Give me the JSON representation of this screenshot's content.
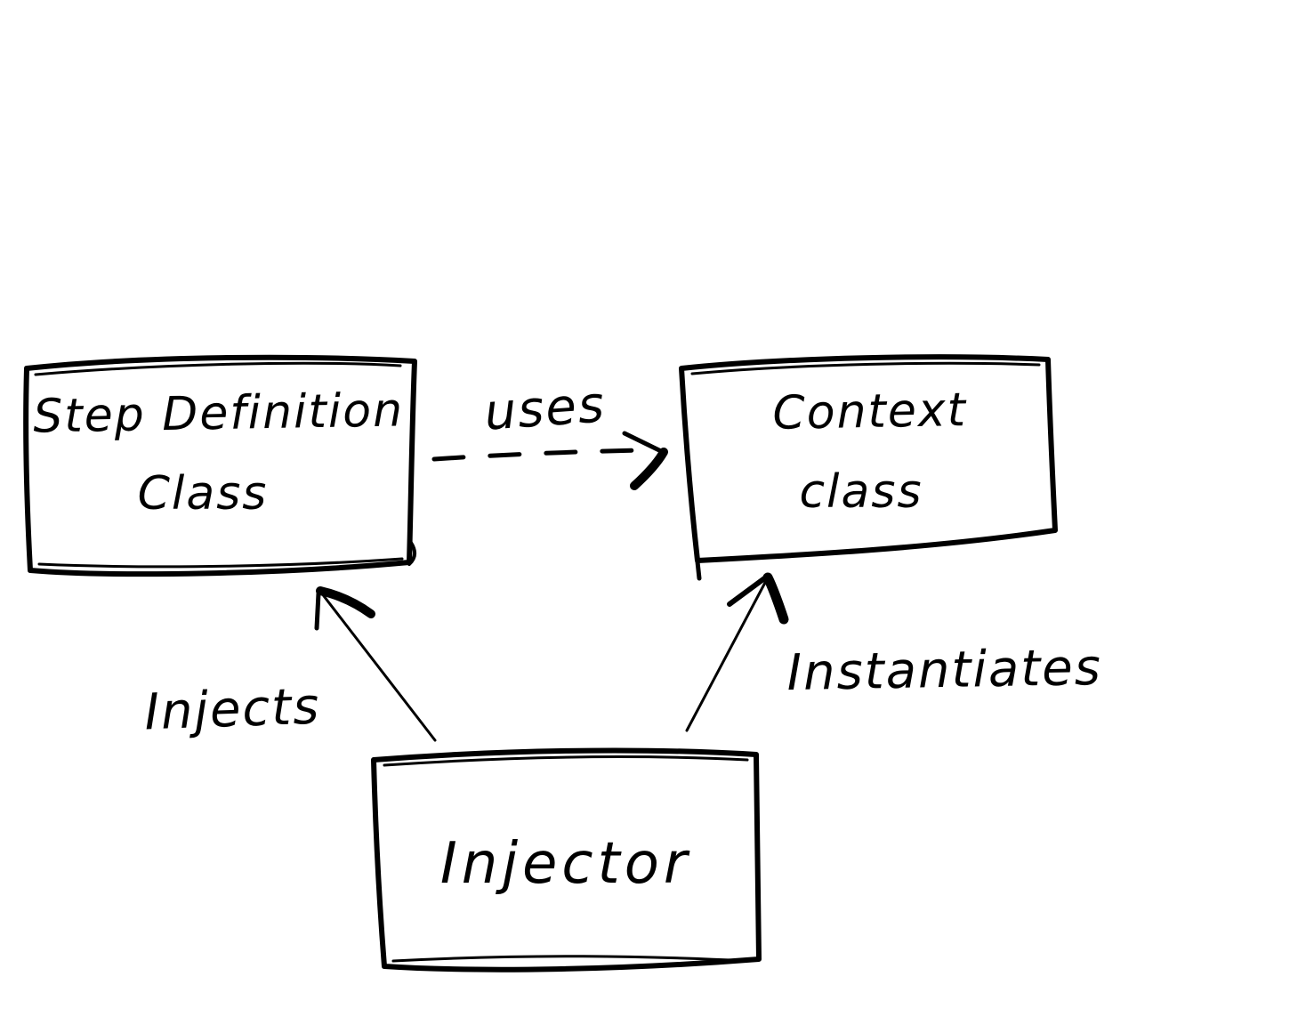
{
  "diagram": {
    "background_color": "#ffffff",
    "ink_color": "#000000",
    "style": "hand-drawn-sketch",
    "nodes": [
      {
        "id": "step-definition-class",
        "label_line1": "Step Definition",
        "label_line2": "Class"
      },
      {
        "id": "context-class",
        "label_line1": "Context",
        "label_line2": "class"
      },
      {
        "id": "injector",
        "label": "Injector"
      }
    ],
    "edges": [
      {
        "from": "step-definition-class",
        "to": "context-class",
        "label": "uses",
        "line_style": "dashed",
        "direction": "left-to-right"
      },
      {
        "from": "injector",
        "to": "step-definition-class",
        "label": "Injects",
        "line_style": "solid",
        "direction": "up-left"
      },
      {
        "from": "injector",
        "to": "context-class",
        "label": "Instantiates",
        "line_style": "solid",
        "direction": "up-right"
      }
    ]
  }
}
